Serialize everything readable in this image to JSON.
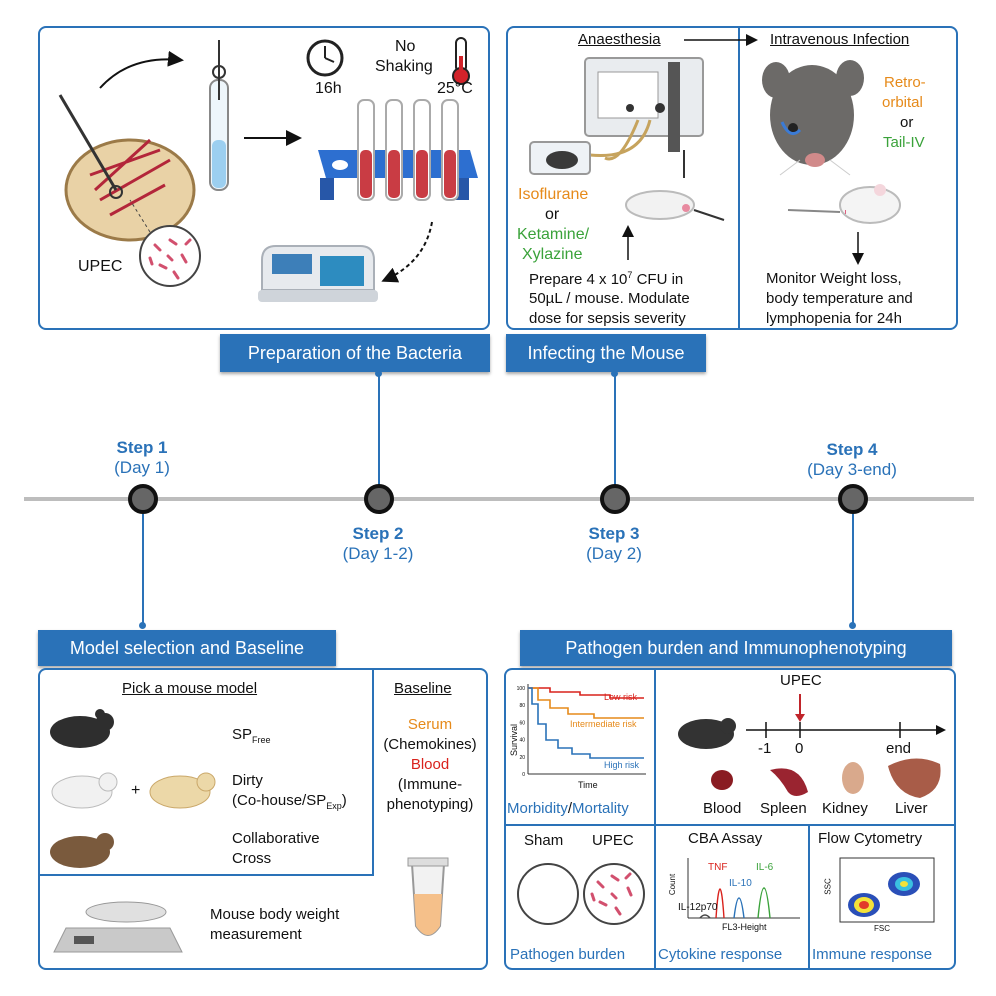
{
  "banners": {
    "prep": "Preparation of the Bacteria",
    "infect": "Infecting the Mouse",
    "model": "Model selection and Baseline",
    "pathogen": "Pathogen burden and Immunophenotyping"
  },
  "steps": [
    {
      "title": "Step 1",
      "day": "(Day 1)"
    },
    {
      "title": "Step 2",
      "day": "(Day 1-2)"
    },
    {
      "title": "Step 3",
      "day": "(Day 2)"
    },
    {
      "title": "Step 4",
      "day": "(Day 3-end)"
    }
  ],
  "prep_panel": {
    "upec": "UPEC",
    "time": "16h",
    "no_shaking_1": "No",
    "no_shaking_2": "Shaking",
    "temp": "25°C"
  },
  "infect_panel": {
    "anaesthesia": "Anaesthesia",
    "iv_infection": "Intravenous Infection",
    "isoflurane": "Isoflurane",
    "or1": "or",
    "ketamine": "Ketamine/",
    "xylazine": "Xylazine",
    "prepare_1a": "Prepare 4 x 10",
    "prepare_1sup": "7",
    "prepare_1b": " CFU in",
    "prepare_2": "50µL / mouse. Modulate",
    "prepare_3": "dose for sepsis severity",
    "retro_1": "Retro-",
    "retro_2": "orbital",
    "or2": "or",
    "tail": "Tail-IV",
    "monitor_1": "Monitor Weight loss,",
    "monitor_2": "body temperature and",
    "monitor_3": "lymphopenia for 24h"
  },
  "model_panel": {
    "pick": "Pick a mouse model",
    "sp_free": "SP",
    "sp_free_sub": "Free",
    "dirty": "Dirty",
    "cohouse_a": "(Co-house/SP",
    "cohouse_sub": "Exp",
    "cohouse_b": ")",
    "plus": "+",
    "collab_1": "Collaborative",
    "collab_2": "Cross",
    "baseline": "Baseline",
    "serum": "Serum",
    "chemokines": "(Chemokines)",
    "blood": "Blood",
    "immune_1": "(Immune-",
    "immune_2": "phenotyping)",
    "weight_1": "Mouse body weight",
    "weight_2": "measurement"
  },
  "pathogen_panel": {
    "low": "Low risk",
    "intermediate": "Intermediate risk",
    "high": "High risk",
    "survival": "Survival",
    "time": "Time",
    "morbidity": "Morbidity",
    "slash": "/",
    "mortality": "Mortality",
    "upec_top": "UPEC",
    "tick_m1": "-1",
    "tick_0": "0",
    "tick_end": "end",
    "blood": "Blood",
    "spleen": "Spleen",
    "kidney": "Kidney",
    "liver": "Liver",
    "sham": "Sham",
    "upec_dish": "UPEC",
    "pathogen_burden": "Pathogen burden",
    "cba": "CBA Assay",
    "tnf": "TNF",
    "il6": "IL-6",
    "il10": "IL-10",
    "il12": "IL-12p70",
    "count": "Count",
    "fl3": "FL3-Height",
    "cytokine": "Cytokine response",
    "flow": "Flow Cytometry",
    "ssc": "SSC",
    "fsc": "FSC",
    "immune": "Immune response"
  },
  "chart_data": {
    "type": "line",
    "title": "",
    "xlabel": "Time",
    "ylabel": "Survival",
    "y_ticks": [
      "0",
      "20",
      "40",
      "60",
      "80",
      "100"
    ],
    "series": [
      {
        "name": "Low risk",
        "color": "#d9221c"
      },
      {
        "name": "Intermediate risk",
        "color": "#e68a1a"
      },
      {
        "name": "High risk",
        "color": "#2a72b8"
      }
    ]
  },
  "colors": {
    "accent": "#2a72b8",
    "orange": "#e68a1a",
    "green": "#3aa23a",
    "red": "#d9221c"
  }
}
